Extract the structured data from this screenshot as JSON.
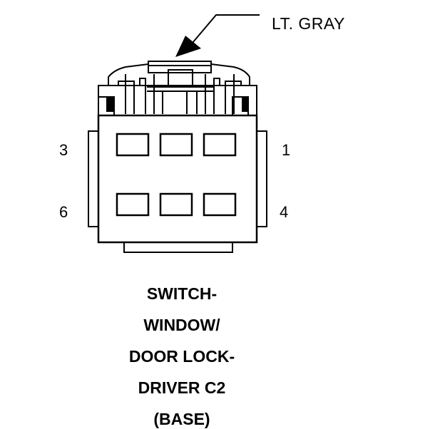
{
  "connector": {
    "wire_color_label": "LT. GRAY",
    "pins": {
      "top_left": "3",
      "top_right": "1",
      "bottom_left": "6",
      "bottom_right": "4"
    },
    "title_lines": [
      "SWITCH-",
      "WINDOW/",
      "DOOR LOCK-",
      "DRIVER C2"
    ],
    "variant": "(BASE)",
    "colors": {
      "line": "#000000",
      "background": "#ffffff"
    }
  }
}
